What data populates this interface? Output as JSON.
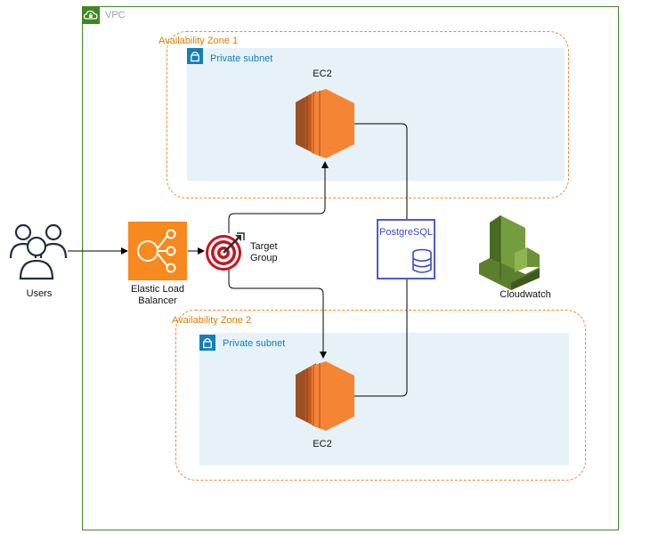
{
  "vpc": {
    "label": "VPC"
  },
  "zones": [
    {
      "label": "Availability Zone 1",
      "subnet_label": "Private subnet",
      "instance_label": "EC2"
    },
    {
      "label": "Availability Zone 2",
      "subnet_label": "Private subnet",
      "instance_label": "EC2"
    }
  ],
  "nodes": {
    "users": "Users",
    "elb_line1": "Elastic Load",
    "elb_line2": "Balancer",
    "target_line1": "Target",
    "target_line2": "Group",
    "postgres": "PostgreSQL",
    "cloudwatch": "Cloudwatch"
  },
  "colors": {
    "vpc_green": "#3f8624",
    "az_orange": "#ed8b36",
    "subnet_fill": "#e6f2f8",
    "subnet_blue": "#147eba",
    "ec2_orange": "#f58534",
    "ec2_dark": "#9d5025",
    "elb_orange": "#f7891e",
    "postgres_blue": "#3b48cc",
    "cloudwatch_green": "#759c3e",
    "target_red": "#c7131f"
  },
  "icons": [
    "cloud-lock-icon",
    "lock-icon",
    "users-icon",
    "load-balancer-icon",
    "target-icon",
    "ec2-icon",
    "database-icon",
    "cloudwatch-icon"
  ]
}
